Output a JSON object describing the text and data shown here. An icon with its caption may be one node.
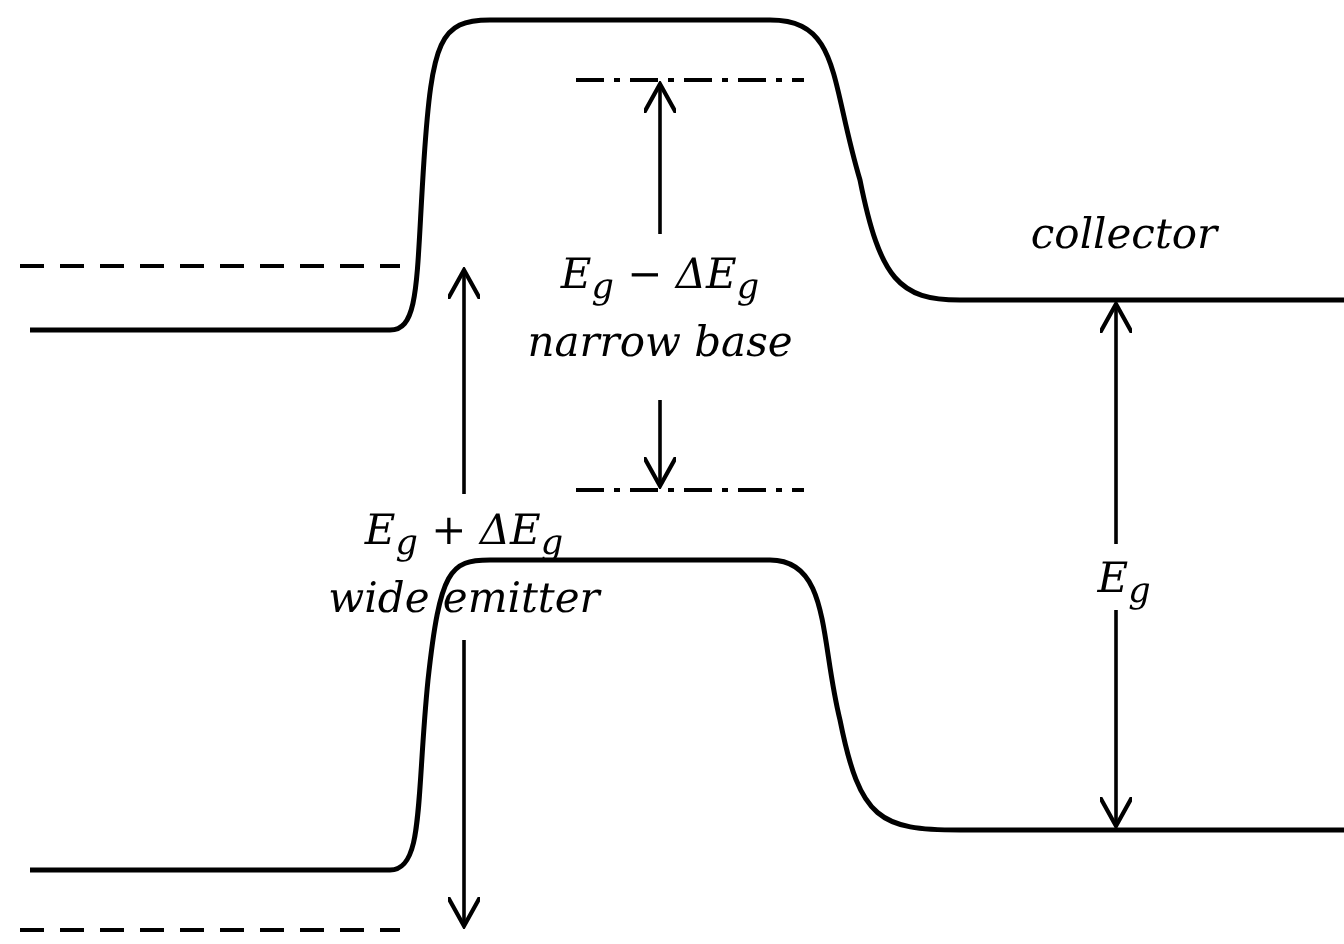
{
  "diagram": {
    "labels": [
      "E$_{g}$ − ΔE$_{g}$",
      "narrow base",
      "collector",
      "E$_{g}$ + ΔE$_{g}$",
      "wide emitter",
      "E$_{g}$"
    ]
  }
}
